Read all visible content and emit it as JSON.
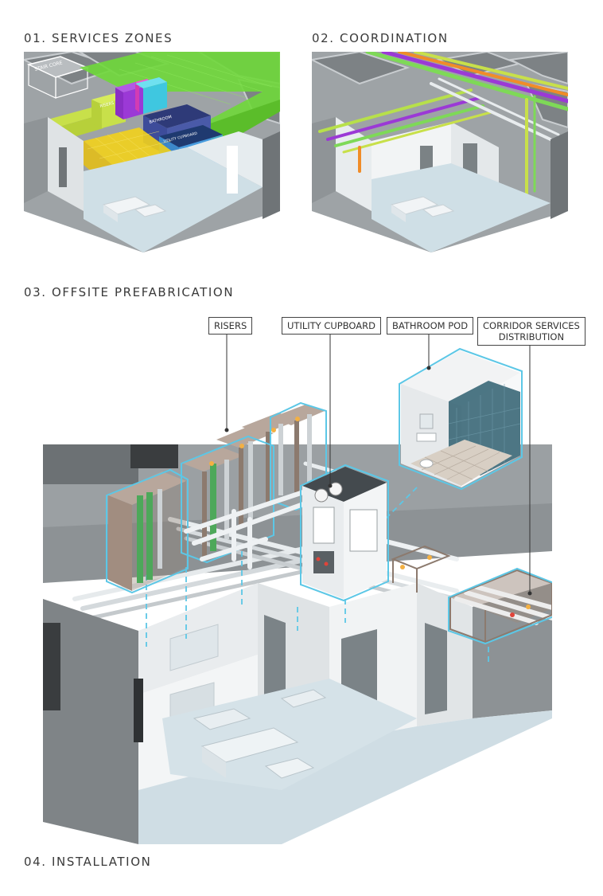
{
  "headings": {
    "services_zones": "01. SERVICES ZONES",
    "coordination": "02. COORDINATION",
    "offsite_prefabrication": "03. OFFSITE PREFABRICATION",
    "installation": "04. INSTALLATION"
  },
  "zone_labels": {
    "stair_core": "STAIR CORE",
    "risers": "RISERS",
    "bathroom": "BATHROOM",
    "utility_cupboard": "UTILITY CUPBOARD"
  },
  "callouts": {
    "risers": "RISERS",
    "utility_cupboard": "UTILITY CUPBOARD",
    "bathroom_pod": "BATHROOM POD",
    "corridor_line1": "CORRIDOR SERVICES",
    "corridor_line2": "DISTRIBUTION"
  },
  "colors": {
    "corridor_zone": "#6fd83a",
    "riser_zone": "#c8e04a",
    "riser_purple": "#9b39d6",
    "bathroom_zone": "#3d4c9a",
    "utility_zone": "#48a8e8",
    "living_zone": "#f2d21c",
    "module_outline": "#5cc7e6",
    "wall_grey": "#8a8e91",
    "floor_light": "#cfdfe6"
  }
}
